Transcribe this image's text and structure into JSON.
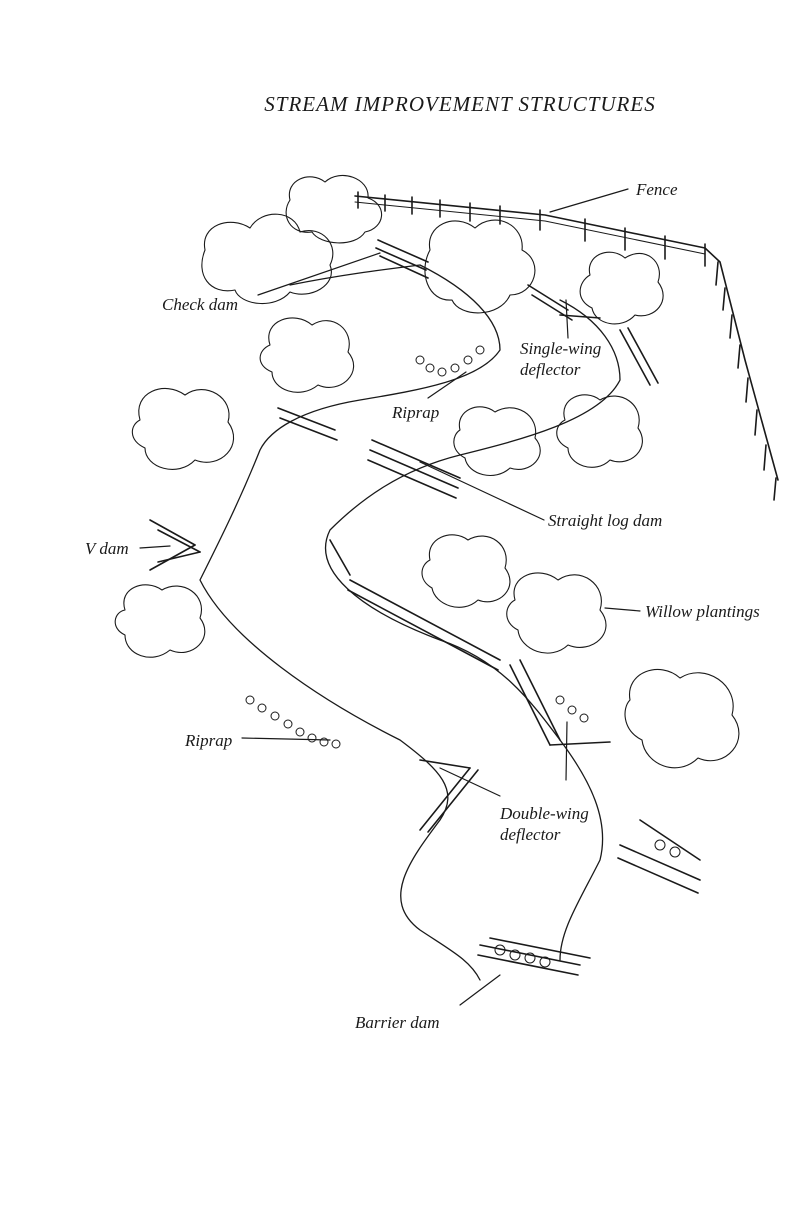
{
  "title": "STREAM IMPROVEMENT STRUCTURES",
  "labels": {
    "fence": "Fence",
    "check_dam": "Check dam",
    "single_wing_deflector": "Single-wing deflector",
    "riprap_upper": "Riprap",
    "straight_log_dam": "Straight log dam",
    "v_dam": "V dam",
    "willow_plantings": "Willow plantings",
    "riprap_lower": "Riprap",
    "double_wing_deflector": "Double-wing deflector",
    "barrier_dam": "Barrier dam"
  },
  "style": {
    "ink": "#1a1a1a",
    "paper": "#ffffff"
  }
}
